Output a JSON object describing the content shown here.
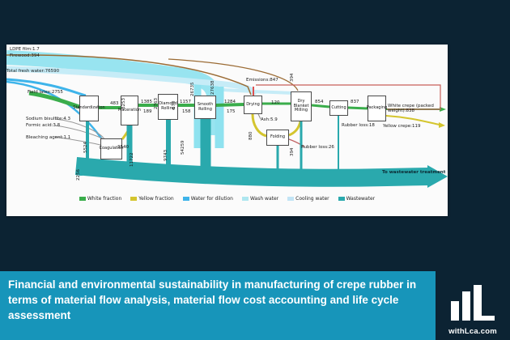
{
  "banner": {
    "background": "#1795ba",
    "title": "Financial and environmental sustainability in manufacturing of crepe rubber in terms of material flow analysis, material flow cost accounting and life cycle assessment"
  },
  "brand": {
    "name": "withLca.com"
  },
  "diagram": {
    "inputs": [
      "LDPE film:1.7",
      "Firewood:394",
      "Total fresh water:76590",
      "Field latex:2755",
      "Sodium bisulfite:4.3",
      "Formic acid:3.8",
      "Bleaching agent:1.1"
    ],
    "processes": [
      "Standardization",
      "Maceration",
      "Diamond Rolling",
      "Smooth Rolling",
      "Drying",
      "Dry Blanket Milling",
      "Cutting",
      "Packaging",
      "Coagulation",
      "Folding"
    ],
    "flow_values": [
      "483",
      "8253",
      "1385",
      "189",
      "2763",
      "670",
      "1157",
      "158",
      "26735",
      "27638",
      "1284",
      "175",
      "120",
      "854",
      "837",
      "394",
      "880",
      "394",
      "3540",
      "5524",
      "11722",
      "9743",
      "54259",
      "2256"
    ],
    "outputs": {
      "emissions": "Emissions:847",
      "ash": "Ash:5.9",
      "rubber_loss_folding": "Rubber loss:26",
      "rubber_loss_cutting": "Rubber loss:18",
      "white_crepe": "White crepe (packed weight):838",
      "yellow_crepe": "Yellow crepe:119",
      "wastewater": "To wastewater treatment"
    },
    "legend": [
      {
        "label": "White fraction",
        "color": "#3aad4b"
      },
      {
        "label": "Yellow fraction",
        "color": "#d4c52e"
      },
      {
        "label": "Water for dilution",
        "color": "#3eb4ea"
      },
      {
        "label": "Wash water",
        "color": "#aee7f0"
      },
      {
        "label": "Cooling water",
        "color": "#c2e4f5"
      },
      {
        "label": "Wastewater",
        "color": "#2aa9ad"
      }
    ]
  }
}
